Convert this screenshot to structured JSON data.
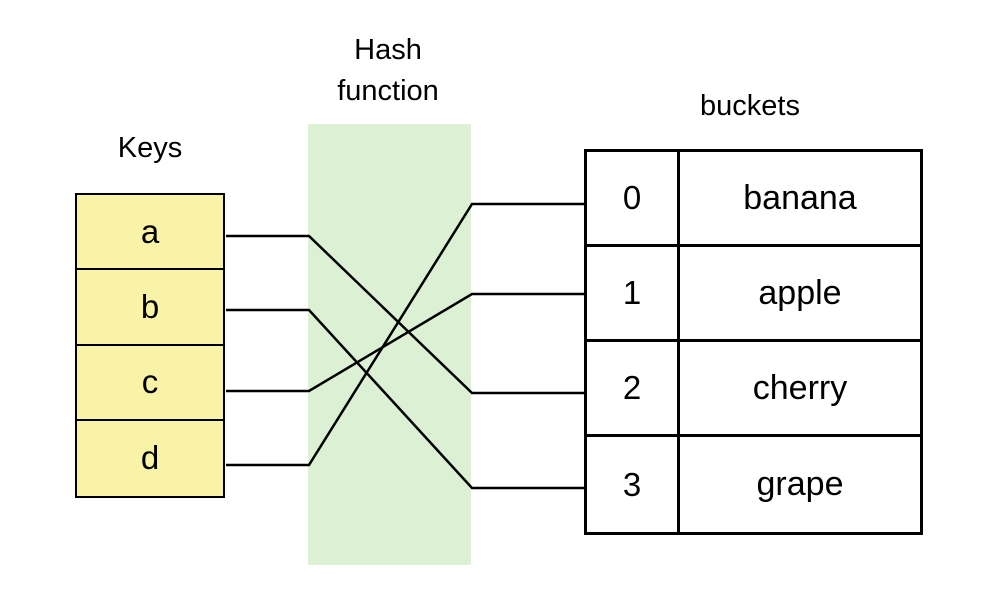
{
  "keys": {
    "title": "Keys",
    "items": [
      "a",
      "b",
      "c",
      "d"
    ]
  },
  "hash_function": {
    "title_line1": "Hash",
    "title_line2": "function"
  },
  "buckets": {
    "title": "buckets",
    "rows": [
      {
        "index": "0",
        "value": "banana"
      },
      {
        "index": "1",
        "value": "apple"
      },
      {
        "index": "2",
        "value": "cherry"
      },
      {
        "index": "3",
        "value": "grape"
      }
    ]
  },
  "mapping": [
    {
      "key": "a",
      "bucket": "2"
    },
    {
      "key": "b",
      "bucket": "3"
    },
    {
      "key": "c",
      "bucket": "1"
    },
    {
      "key": "d",
      "bucket": "0"
    }
  ],
  "colors": {
    "keys_fill": "#f8f3a6",
    "hash_band_fill": "#dcf0d4",
    "line": "#000000"
  }
}
